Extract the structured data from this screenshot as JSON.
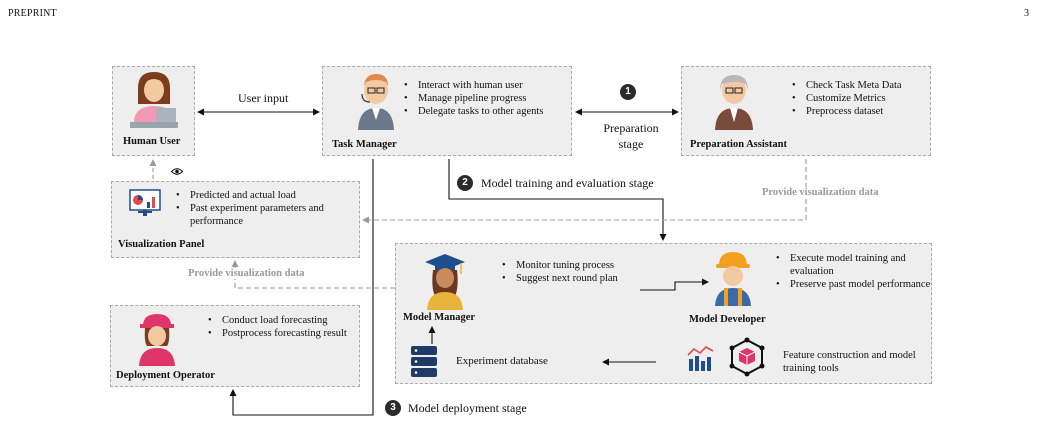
{
  "header": {
    "left": "PREPRINT",
    "page": "3"
  },
  "human_user": {
    "label": "Human User"
  },
  "user_input": "User input",
  "task_manager": {
    "label": "Task Manager",
    "bullets": [
      "Interact with human user",
      "Manage pipeline progress",
      "Delegate tasks to other agents"
    ]
  },
  "preparation_assistant": {
    "label": "Preparation Assistant",
    "bullets": [
      "Check Task Meta Data",
      "Customize Metrics",
      "Preprocess dataset"
    ]
  },
  "preparation_stage": {
    "number": "1",
    "text": "Preparation stage"
  },
  "training_stage": {
    "number": "2",
    "text": "Model training and evaluation stage"
  },
  "deployment_stage": {
    "number": "3",
    "text": "Model deployment stage"
  },
  "provide_visualization_1": "Provide visualization data",
  "provide_visualization_2": "Provide visualization data",
  "visualization_panel": {
    "label": "Visualization Panel",
    "bullets": [
      "Predicted and actual load",
      "Past experiment parameters and performance"
    ]
  },
  "model_manager": {
    "label": "Model Manager",
    "bullets": [
      "Monitor tuning process",
      "Suggest next round plan"
    ]
  },
  "model_developer": {
    "label": "Model Developer",
    "bullets": [
      "Execute model training and evaluation",
      "Preserve past model performance"
    ]
  },
  "experiment_database": "Experiment database",
  "tools": "Feature construction and model training tools",
  "deployment_operator": {
    "label": "Deployment Operator",
    "bullets": [
      "Conduct load forecasting",
      "Postprocess forecasting result"
    ]
  }
}
